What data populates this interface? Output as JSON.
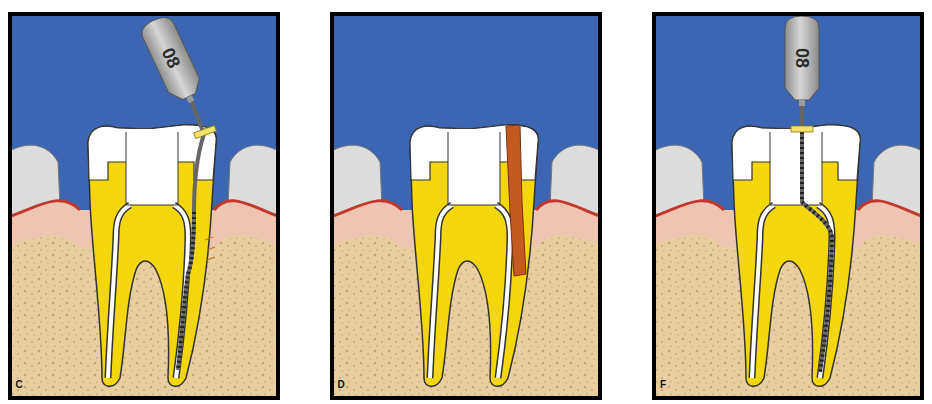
{
  "diagram": {
    "labels": [
      "08",
      "C",
      "D",
      "08",
      "F"
    ]
  }
}
